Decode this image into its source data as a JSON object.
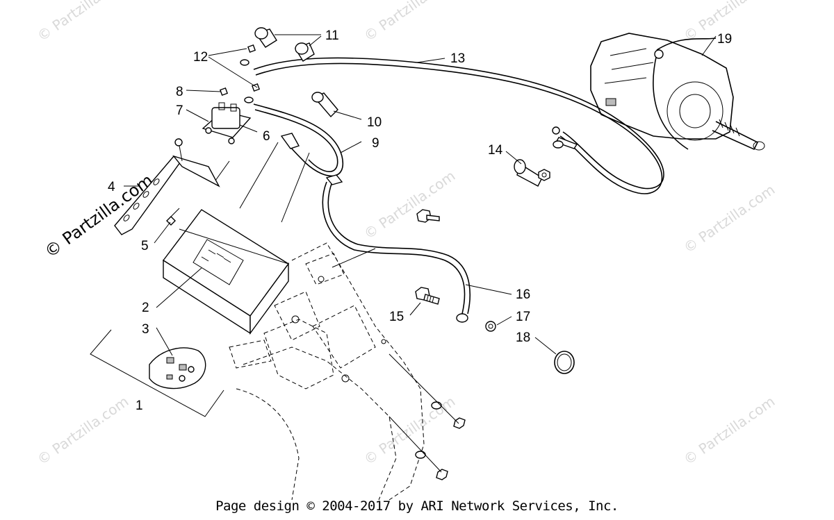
{
  "diagram": {
    "callouts": [
      {
        "id": "1",
        "label": "1"
      },
      {
        "id": "2",
        "label": "2"
      },
      {
        "id": "3",
        "label": "3"
      },
      {
        "id": "4",
        "label": "4"
      },
      {
        "id": "5",
        "label": "5"
      },
      {
        "id": "6",
        "label": "6"
      },
      {
        "id": "7",
        "label": "7"
      },
      {
        "id": "8",
        "label": "8"
      },
      {
        "id": "9",
        "label": "9"
      },
      {
        "id": "10",
        "label": "10"
      },
      {
        "id": "11",
        "label": "11"
      },
      {
        "id": "12",
        "label": "12"
      },
      {
        "id": "13",
        "label": "13"
      },
      {
        "id": "14",
        "label": "14"
      },
      {
        "id": "15",
        "label": "15"
      },
      {
        "id": "16",
        "label": "16"
      },
      {
        "id": "17",
        "label": "17"
      },
      {
        "id": "18",
        "label": "18"
      },
      {
        "id": "19",
        "label": "19"
      }
    ],
    "watermark": "© Partzilla.com",
    "watermark_large": "© Partzilla.com"
  },
  "footer": {
    "text": "Page design © 2004-2017 by ARI Network Services, Inc."
  },
  "colors": {
    "line": "#000000",
    "watermark": "#d9d9d9",
    "background": "#ffffff"
  }
}
